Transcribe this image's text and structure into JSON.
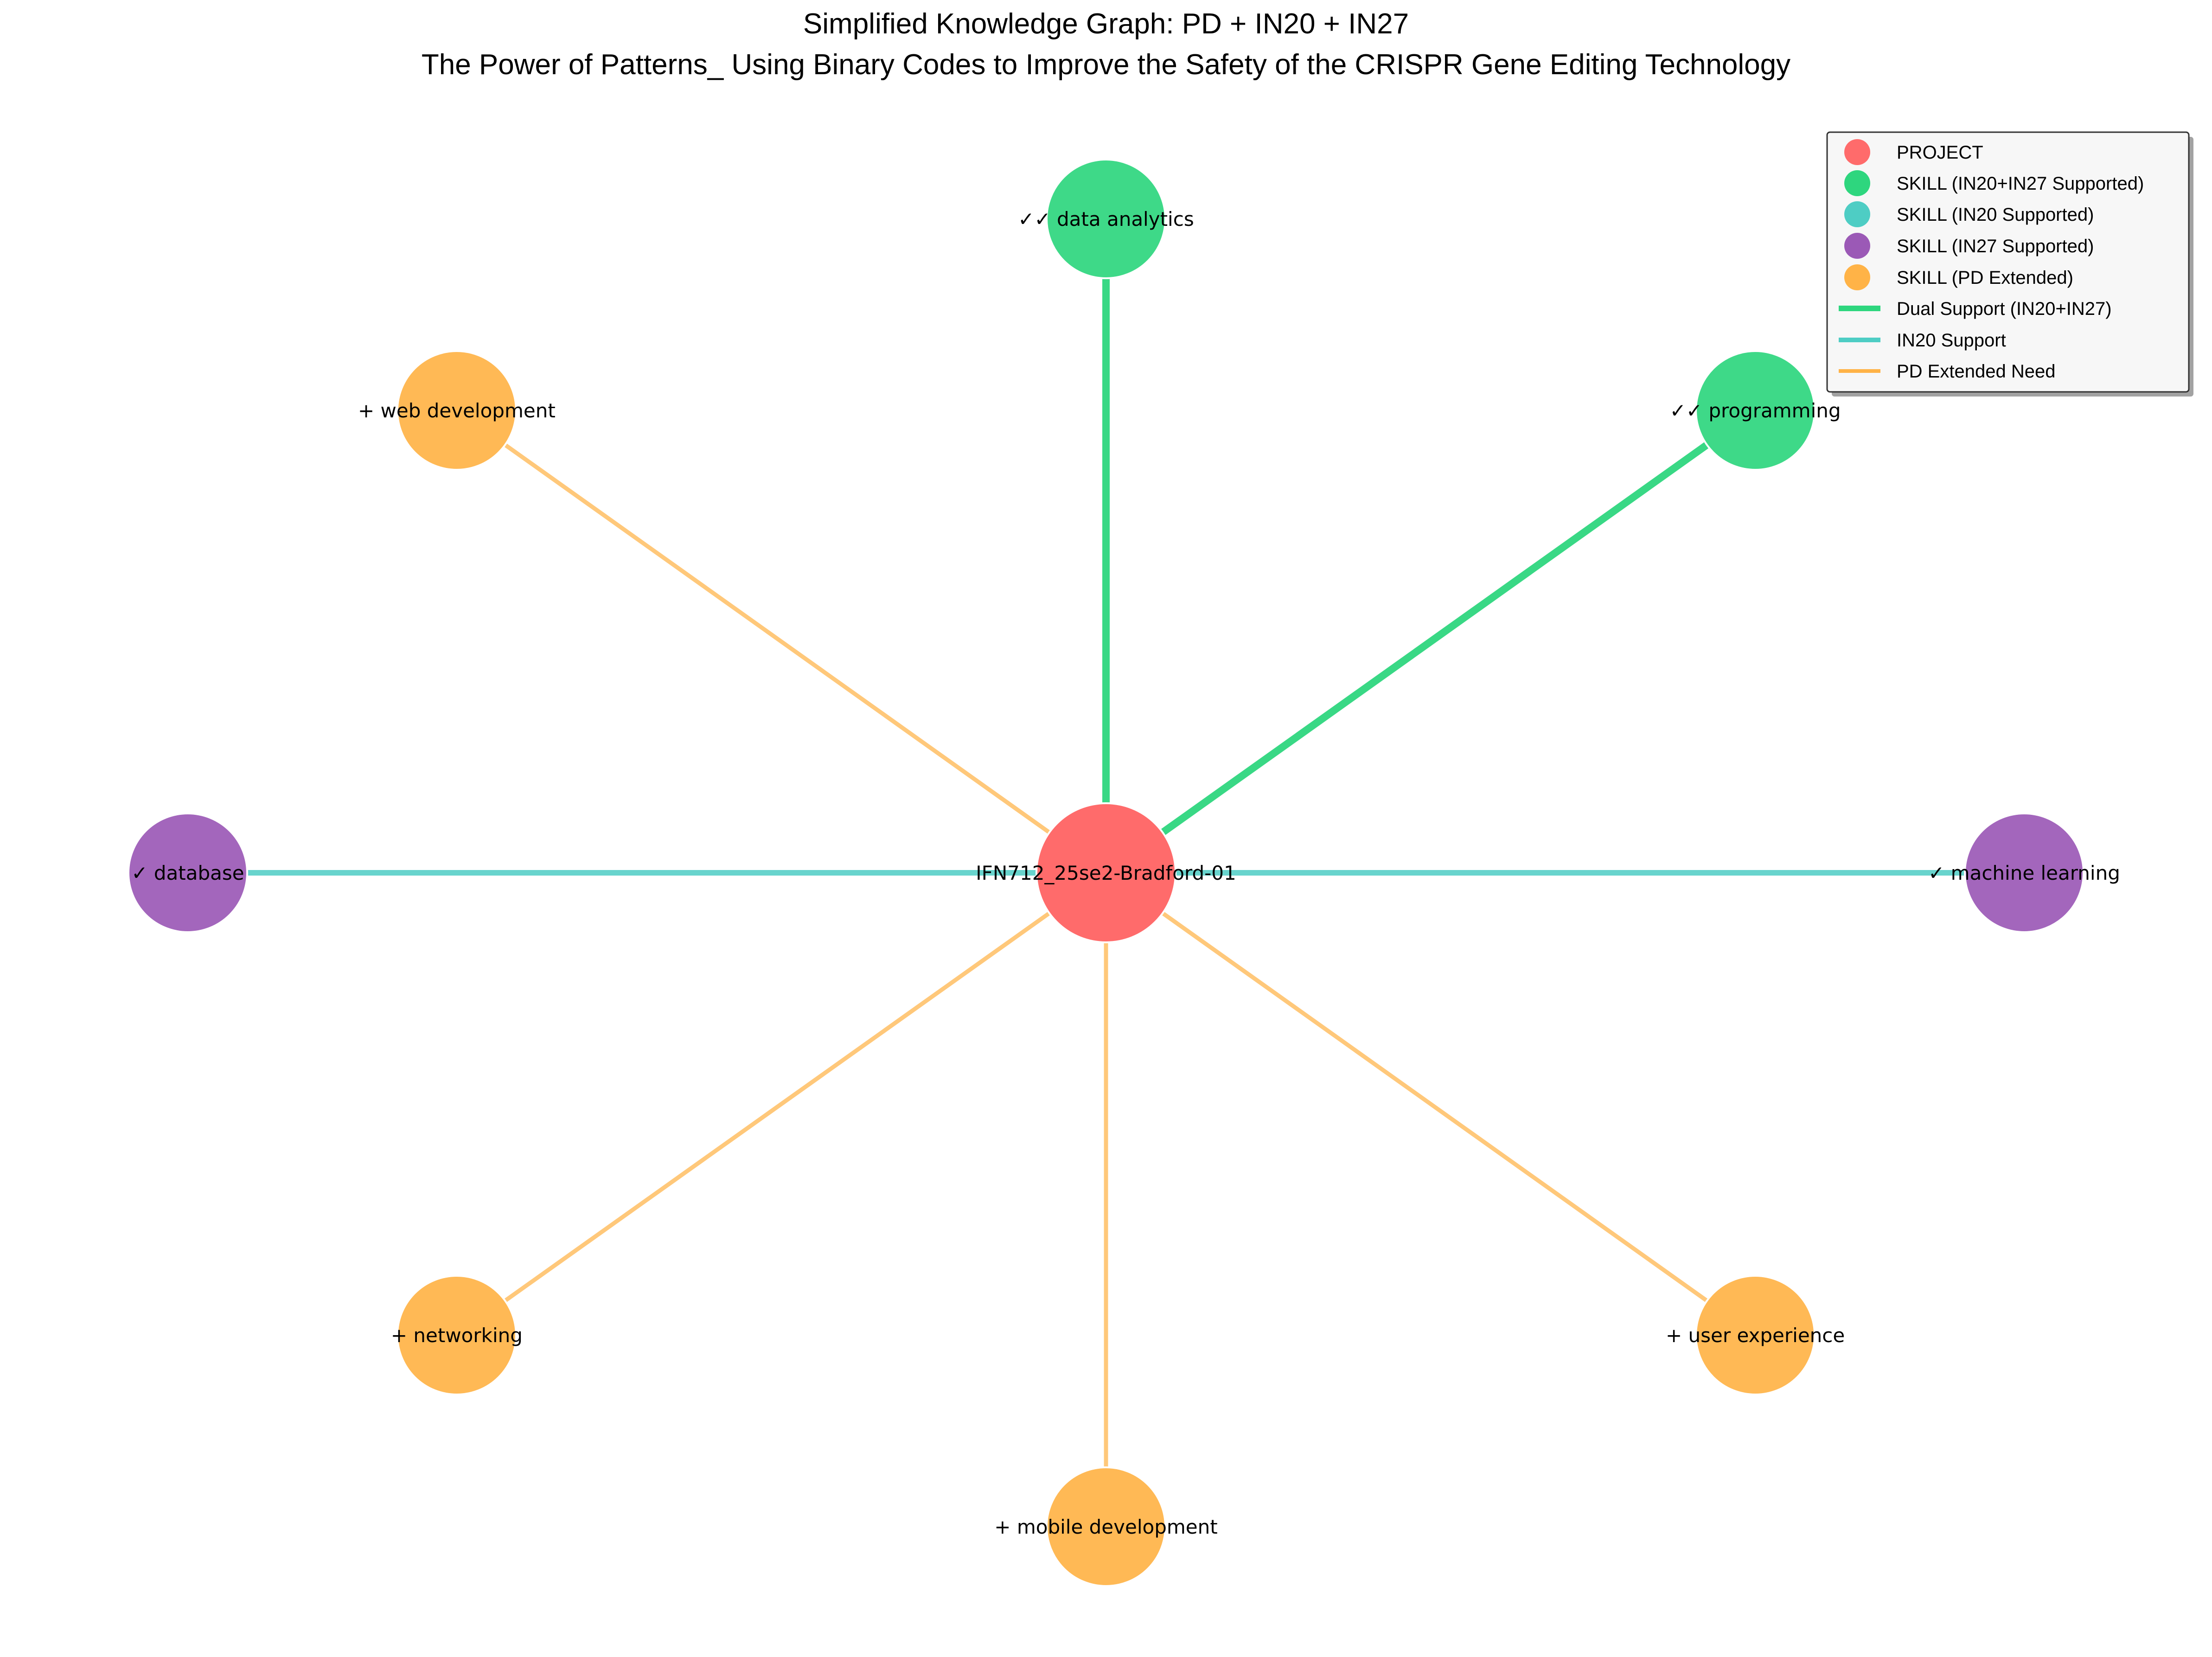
{
  "title": {
    "line1": "Simplified Knowledge Graph: PD + IN20 + IN27",
    "line2": "The Power of Patterns_ Using Binary Codes to Improve the Safety of the CRISPR Gene Editing Technology"
  },
  "colors": {
    "project": "#FF6B6B",
    "dual": "#2ED67E",
    "in20": "#4ECDC4",
    "in27": "#9B59B6",
    "pd": "#FFB347",
    "legend_border": "#333333"
  },
  "project": {
    "id": "project",
    "label": "IFN712_25se2-Bradford-01",
    "type": "project"
  },
  "skills": [
    {
      "id": "data-analytics",
      "label": "✓✓ data analytics",
      "type": "dual",
      "edge": "dual"
    },
    {
      "id": "programming",
      "label": "✓✓ programming",
      "type": "dual",
      "edge": "dual"
    },
    {
      "id": "machine-learning",
      "label": "✓ machine learning",
      "type": "in27",
      "edge": "in20"
    },
    {
      "id": "user-experience",
      "label": "+ user experience",
      "type": "pd",
      "edge": "pd"
    },
    {
      "id": "mobile-development",
      "label": "+ mobile development",
      "type": "pd",
      "edge": "pd"
    },
    {
      "id": "networking",
      "label": "+ networking",
      "type": "pd",
      "edge": "pd"
    },
    {
      "id": "database",
      "label": "✓ database",
      "type": "in27",
      "edge": "in20"
    },
    {
      "id": "web-development",
      "label": "+ web development",
      "type": "pd",
      "edge": "pd"
    }
  ],
  "legend": {
    "placement": "top-right",
    "nodes": [
      {
        "label": "PROJECT",
        "color_key": "project"
      },
      {
        "label": "SKILL (IN20+IN27 Supported)",
        "color_key": "dual"
      },
      {
        "label": "SKILL (IN20 Supported)",
        "color_key": "in20"
      },
      {
        "label": "SKILL (IN27 Supported)",
        "color_key": "in27"
      },
      {
        "label": "SKILL (PD Extended)",
        "color_key": "pd"
      }
    ],
    "edges": [
      {
        "label": "Dual Support (IN20+IN27)",
        "color_key": "dual"
      },
      {
        "label": "IN20 Support",
        "color_key": "in20"
      },
      {
        "label": "PD Extended Need",
        "color_key": "pd"
      }
    ]
  }
}
